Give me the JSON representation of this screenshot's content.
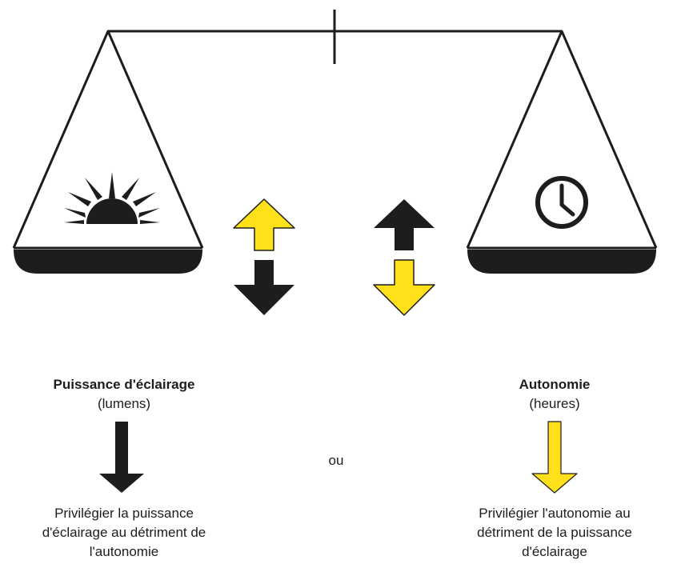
{
  "left": {
    "title": "Puissance d'éclairage",
    "unit": "(lumens)",
    "icon": "sun-icon",
    "description_lines": [
      "Privilégier la puissance",
      "d'éclairage au détriment de",
      "l'autonomie"
    ]
  },
  "right": {
    "title": "Autonomie",
    "unit": "(heures)",
    "icon": "clock-icon",
    "description_lines": [
      "Privilégier l'autonomie au",
      "détriment de la puissance",
      "d'éclairage"
    ]
  },
  "connector": "ou",
  "colors": {
    "dark": "#1d1d1b",
    "yellow": "#ffe01a"
  }
}
